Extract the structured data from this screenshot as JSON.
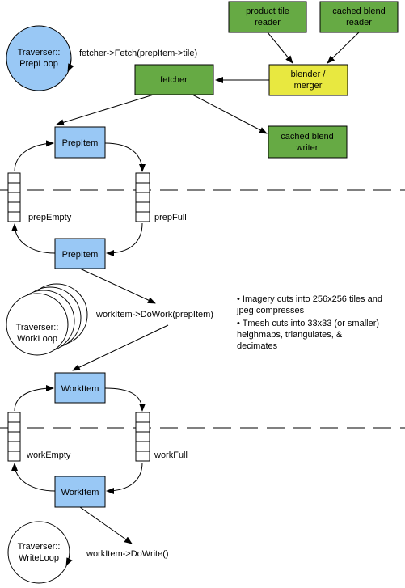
{
  "boxes": {
    "product_tile_reader": [
      "product tile",
      "reader"
    ],
    "cached_blend_reader": [
      "cached blend",
      "reader"
    ],
    "blender_merger": [
      "blender /",
      "merger"
    ],
    "fetcher": [
      "fetcher"
    ],
    "cached_blend_writer": [
      "cached blend",
      "writer"
    ],
    "prep_item_top": [
      "PrepItem"
    ],
    "prep_item_bottom": [
      "PrepItem"
    ],
    "work_item_top": [
      "WorkItem"
    ],
    "work_item_bottom": [
      "WorkItem"
    ]
  },
  "loops": {
    "prep_loop": [
      "Traverser::",
      "PrepLoop"
    ],
    "work_loop": [
      "Traverser::",
      "WorkLoop"
    ],
    "write_loop": [
      "Traverser::",
      "WriteLoop"
    ]
  },
  "labels": {
    "fetch_call": "fetcher->Fetch(prepItem->tile)",
    "prep_empty": "prepEmpty",
    "prep_full": "prepFull",
    "do_work_call": "workItem->DoWork(prepItem)",
    "work_empty": "workEmpty",
    "work_full": "workFull",
    "do_write_call": "workItem->DoWrite()"
  },
  "notes": [
    [
      "• Imagery cuts into 256x256 tiles and",
      "jpeg compresses"
    ],
    [
      "• Tmesh cuts into 33x33 (or smaller)",
      "heighmaps, triangulates, &",
      "decimates"
    ]
  ]
}
